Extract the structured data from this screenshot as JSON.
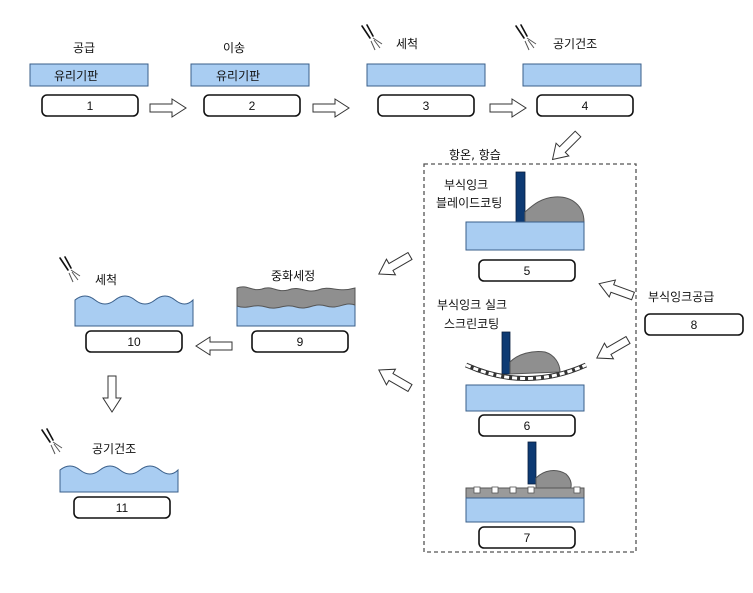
{
  "steps": {
    "s1": {
      "num": "1",
      "label": "공급",
      "plate": "유리기판"
    },
    "s2": {
      "num": "2",
      "label": "이송",
      "plate": "유리기판"
    },
    "s3": {
      "num": "3",
      "label": "세척"
    },
    "s4": {
      "num": "4",
      "label": "공기건조"
    },
    "s5": {
      "num": "5",
      "label_line1": "부식잉크",
      "label_line2": "블레이드코팅"
    },
    "s6": {
      "num": "6",
      "label_line1": "부식잉크 실크",
      "label_line2": "스크린코팅"
    },
    "s7": {
      "num": "7"
    },
    "s8": {
      "num": "8",
      "label": "부식잉크공급"
    },
    "s9": {
      "num": "9",
      "label": "중화세정"
    },
    "s10": {
      "num": "10",
      "label": "세척"
    },
    "s11": {
      "num": "11",
      "label": "공기건조"
    }
  },
  "chamber": {
    "label": "항온, 항습"
  },
  "colors": {
    "glass": "#a9cdf2",
    "blade": "#0d3a73",
    "ink": "#8f8f8f"
  }
}
